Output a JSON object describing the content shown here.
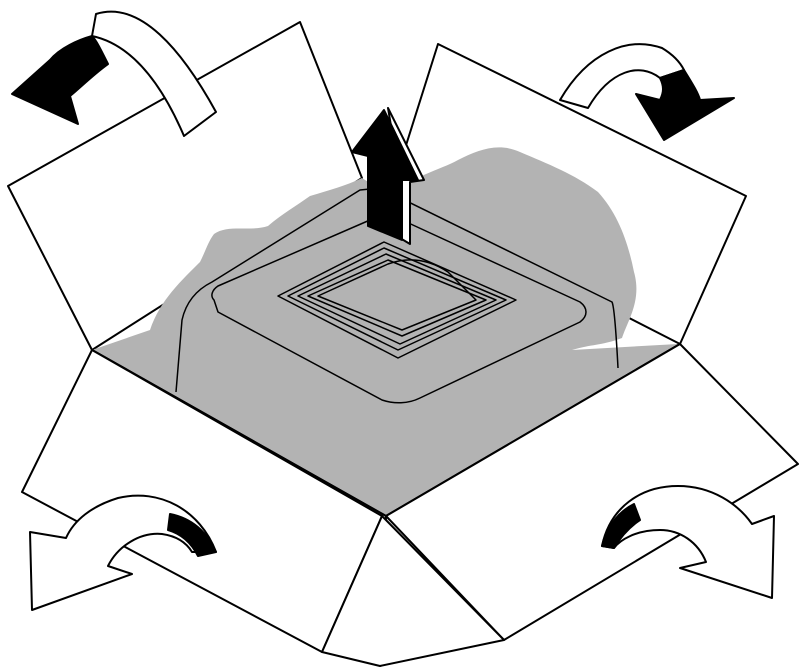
{
  "illustration": {
    "subject": "unpacking box",
    "colors": {
      "background": "#ffffff",
      "line": "#000000",
      "packing": "#b3b3b3",
      "flap": "#ffffff",
      "arrow_solid": "#000000",
      "arrow_outline": "#ffffff"
    },
    "icons": {
      "up_arrow": "lift-out-arrow-icon",
      "flap_arrows": [
        "open-flap-arrow-icon-back-left",
        "open-flap-arrow-icon-back-right",
        "open-flap-arrow-icon-front-left",
        "open-flap-arrow-icon-front-right"
      ]
    }
  }
}
